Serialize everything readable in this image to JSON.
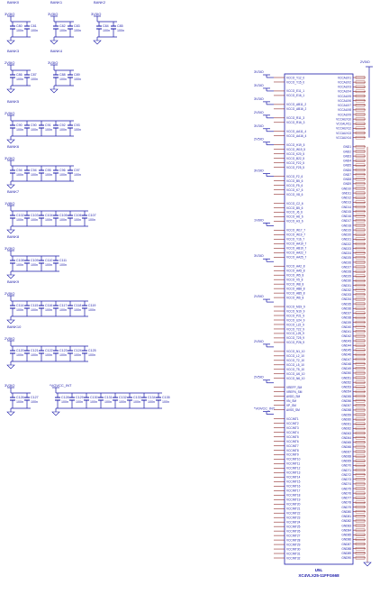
{
  "colors": {
    "wire": "#1a1aa8",
    "power": "#1a1aa8",
    "text": "#1a1aa8",
    "ic_outline": "#1a1aa8",
    "ic_pin": "#7a0000",
    "cap_label": "#1a1aa8"
  },
  "banks": [
    {
      "label": "BANK0",
      "rail": "3V3IO",
      "caps": [
        "C80",
        "C81"
      ],
      "values": [
        "100n",
        "100n"
      ]
    },
    {
      "label": "BANK1",
      "rail": "3V3IO",
      "caps": [
        "C82",
        "C83"
      ],
      "values": [
        "100n",
        "100n"
      ]
    },
    {
      "label": "BANK2",
      "rail": "3V3IO",
      "caps": [
        "C84",
        "C85"
      ],
      "values": [
        "100n",
        "100n"
      ]
    },
    {
      "label": "BANK3",
      "rail": "2V5IO",
      "caps": [
        "C86",
        "C87"
      ],
      "values": [
        "100n",
        "100n"
      ]
    },
    {
      "label": "BANK4",
      "rail": "3V3IO",
      "caps": [
        "C88",
        "C89"
      ],
      "values": [
        "100n",
        "100n"
      ]
    },
    {
      "label": "BANK5",
      "rail": "2V5IO",
      "caps": [
        "C90",
        "C90",
        "C91",
        "C92",
        "C93"
      ],
      "values": [
        "100n",
        "100n",
        "100n",
        "100n",
        "100n"
      ]
    },
    {
      "label": "BANK6",
      "rail": "3V3IO",
      "caps": [
        "C94",
        "C94",
        "C95",
        "C96",
        "C97"
      ],
      "values": [
        "100n",
        "100n",
        "100n",
        "100n",
        "100n"
      ]
    },
    {
      "label": "BANK7",
      "rail": "1V8IO",
      "caps": [
        "C102",
        "C103",
        "C104",
        "C105",
        "C106",
        "C107"
      ],
      "values": [
        "100n",
        "100n",
        "100n",
        "100n",
        "100n",
        "100n"
      ]
    },
    {
      "label": "BANK8",
      "rail": "3V3IO",
      "caps": [
        "C108",
        "C109",
        "C110",
        "C111"
      ],
      "values": [
        "100n",
        "100n",
        "100n",
        "100n"
      ]
    },
    {
      "label": "BANK9",
      "rail": "2V5IO",
      "caps": [
        "C114",
        "C115",
        "C116",
        "C117",
        "C118",
        "C119"
      ],
      "values": [
        "100n",
        "100n",
        "100n",
        "100n",
        "100n",
        "100n"
      ]
    },
    {
      "label": "BANK10",
      "rail": "2V5IO",
      "caps": [
        "C120",
        "C121",
        "C122",
        "C123",
        "C124",
        "C125"
      ],
      "values": [
        "100n",
        "100n",
        "100n",
        "100n",
        "100n",
        "100n"
      ]
    },
    {
      "label": "",
      "rail": "3V3IO",
      "caps": [
        "C126",
        "C127"
      ],
      "values": [
        "100n",
        "100n"
      ]
    },
    {
      "label": "",
      "rail": "*VOVCC_INT",
      "caps": [
        "C128",
        "C129",
        "C130",
        "C131",
        "C132",
        "C133",
        "C134",
        "C135"
      ],
      "values": [
        "100n",
        "100n",
        "100n",
        "100n",
        "100n",
        "100n",
        "100n",
        "100n"
      ]
    }
  ],
  "ic": {
    "ref": "U5L",
    "part": "XC4VLX25-11FFG668",
    "left_pins": [
      "VCCO_Y12_0",
      "VCCO_Y15_0",
      "",
      "VCCO_E11_1",
      "VCCO_E16_1",
      "",
      "VCCO_AB11_2",
      "VCCO_AB16_2",
      "",
      "VCCO_R11_3",
      "VCCO_R16_3",
      "",
      "VCCO_AA11_4",
      "VCCO_AA16_4",
      "",
      "VCCO_H19_5",
      "VCCO_W19_5",
      "VCCO_K20_5",
      "VCCO_B22_5",
      "VCCO_F22_5",
      "VCCO_F25_5",
      "",
      "VCCO_F2_6",
      "VCCO_B5_6",
      "VCCO_F5_6",
      "VCCO_K7_6",
      "VCCO_V8_6",
      "",
      "VCCO_C2_6",
      "VCCO_B5_6",
      "VCCO_J6_6",
      "VCCO_H6_6",
      "VCCO_H3_6",
      "",
      "VCCO_W17_7",
      "VCCO_W19_7",
      "VCCO_Y16_7",
      "VCCO_AA19_7",
      "VCCO_AB19_7",
      "VCCO_AA22_7",
      "VCCO_AA25_7",
      "",
      "VCCO_AA2_8",
      "VCCO_AA5_8",
      "VCCO_W5_8",
      "VCCO_V5_8",
      "VCCO_W8_8",
      "VCCO_AB8_8",
      "VCCO_AB5_8",
      "VCCO_W6_8",
      "",
      "VCCO_M19_9",
      "VCCO_N19_9",
      "VCCO_P21_9",
      "VCCO_U24_9",
      "VCCO_L22_9",
      "VCCO_T22_9",
      "VCCO_L25_9",
      "VCCO_T25_9",
      "VCCO_P26_9",
      "",
      "VCCO_N1_10",
      "VCCO_L2_10",
      "VCCO_T2_10",
      "VCCO_L5_10",
      "VCCO_T5_10",
      "VCCO_U6_10",
      "VCCO_N6_10",
      "",
      "VREFP_SM",
      "VREFN_SM",
      "AVDD_SM",
      "VN_SM",
      "VP_SM",
      "AVSS_SM",
      "",
      "VCCINT1",
      "VCCINT2",
      "VCCINT3",
      "VCCINT4",
      "VCCINT5",
      "VCCINT6",
      "VCCINT7",
      "VCCINT8",
      "VCCINT9",
      "VCCINT10",
      "VCCINT11",
      "VCCINT12",
      "VCCINT13",
      "VCCINT14",
      "VCCINT15",
      "VCCINT16",
      "VCCINT17",
      "VCCINT18",
      "VCCINT19",
      "VCCINT20",
      "VCCINT21",
      "VCCINT22",
      "VCCINT23",
      "VCCINT24",
      "VCCINT25",
      "VCCINT26",
      "VCCINT27",
      "VCCINT28",
      "VCCINT29",
      "VCCINT30",
      "VCCINT31",
      "VCCINT32"
    ],
    "right_pins": [
      "VCCAUX1",
      "VCCAUX2",
      "VCCAUX3",
      "VCCAUX4",
      "VCCAUX5",
      "VCCAUX6",
      "VCCAUX7",
      "VCCAUX8",
      "VCCAUX9",
      "VCCAUX10",
      "VCCAUX11",
      "VCCAUX12",
      "VCCAUX13",
      "VCCAUX14",
      "",
      "GND1",
      "GND2",
      "GND3",
      "GND4",
      "GND5",
      "GND6",
      "GND7",
      "GND8",
      "GND9",
      "GND10",
      "GND11",
      "GND12",
      "GND13",
      "GND14",
      "GND15",
      "GND16",
      "GND17",
      "GND18",
      "GND19",
      "GND20",
      "GND21",
      "GND22",
      "GND23",
      "GND24",
      "GND25",
      "GND26",
      "GND27",
      "GND28",
      "GND29",
      "GND30",
      "GND31",
      "GND32",
      "GND33",
      "GND34",
      "GND35",
      "GND36",
      "GND37",
      "GND38",
      "GND39",
      "GND40",
      "GND41",
      "GND42",
      "GND43",
      "GND44",
      "GND45",
      "GND46",
      "GND47",
      "GND48",
      "GND49",
      "GND50",
      "GND51",
      "GND52",
      "GND53",
      "GND54",
      "GND55",
      "GND56",
      "GND57",
      "GND58",
      "GND59",
      "GND60",
      "GND61",
      "GND62",
      "GND63",
      "GND64",
      "GND65",
      "GND66",
      "GND67",
      "GND68",
      "GND69",
      "GND70",
      "GND71",
      "GND72",
      "GND73",
      "GND74",
      "GND75",
      "GND76",
      "GND77",
      "GND78",
      "GND79",
      "GND80",
      "GND81",
      "GND82",
      "GND83",
      "GND84",
      "GND85",
      "GND86",
      "GND87",
      "GND88",
      "GND89",
      "GND90"
    ],
    "left_rails": [
      {
        "label": "3V3IO",
        "pin_index": 0
      },
      {
        "label": "3V3IO",
        "pin_index": 3
      },
      {
        "label": "3V3IO",
        "pin_index": 6
      },
      {
        "label": "2V5IO",
        "pin_index": 9
      },
      {
        "label": "3V3IO",
        "pin_index": 12
      },
      {
        "label": "2V5IO",
        "pin_index": 15
      },
      {
        "label": "3V3IO",
        "pin_index": 22
      },
      {
        "label": "1V8IO",
        "pin_index": 33
      },
      {
        "label": "3V3IO",
        "pin_index": 41
      },
      {
        "label": "2V5IO",
        "pin_index": 50
      },
      {
        "label": "2V5IO",
        "pin_index": 60
      },
      {
        "label": "2V5IO",
        "pin_index": 68
      },
      {
        "label": "*VOVCC_INT",
        "pin_index": 75
      }
    ],
    "right_rail": "2V5IO"
  }
}
